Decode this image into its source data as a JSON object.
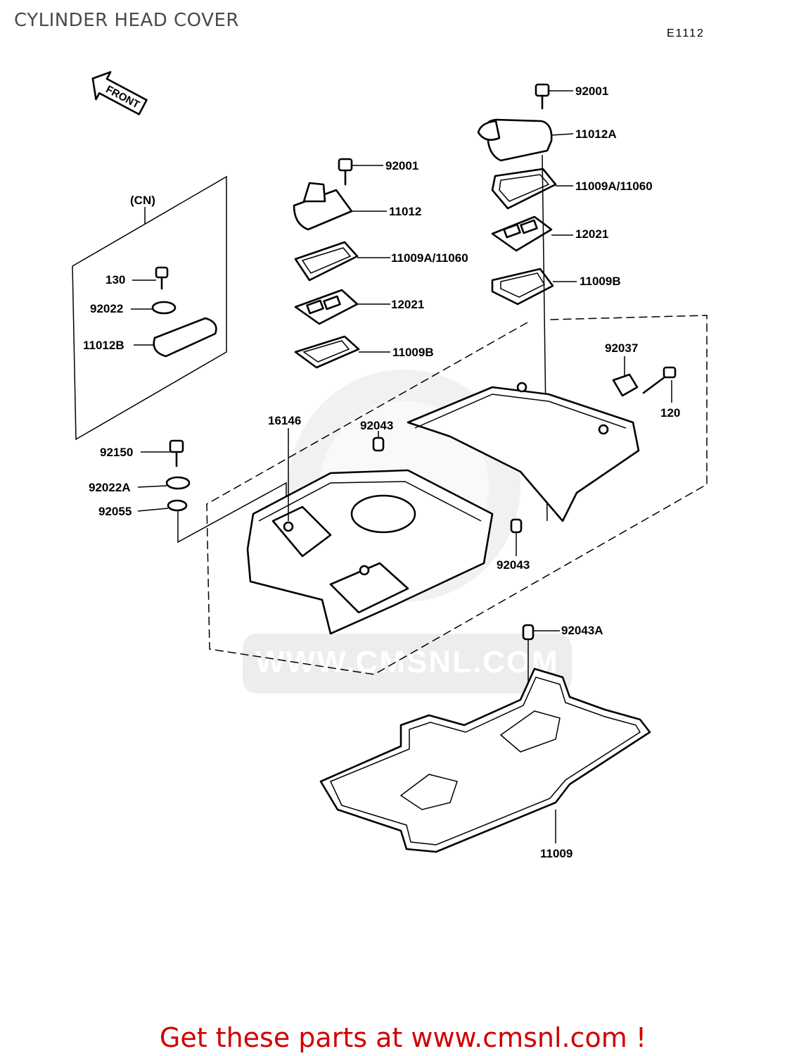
{
  "header": {
    "title": "CYLINDER HEAD COVER",
    "code": "E1112"
  },
  "front_arrow_label": "FRONT",
  "watermark": "WWW.CMSNL.COM",
  "region_label": "(CN)",
  "parts": {
    "p92001a": "92001",
    "p11012a": "11012A",
    "p11009a_r": "11009A/11060",
    "p12021_r": "12021",
    "p11009b_r": "11009B",
    "p92001b": "92001",
    "p11012": "11012",
    "p11009a_l": "11009A/11060",
    "p12021_l": "12021",
    "p11009b_l": "11009B",
    "p130": "130",
    "p92022": "92022",
    "p11012b": "11012B",
    "p92037": "92037",
    "p120": "120",
    "p16146": "16146",
    "p92043a": "92043",
    "p92150": "92150",
    "p92022a": "92022A",
    "p92055": "92055",
    "p92043b": "92043",
    "p92043A": "92043A",
    "p11009": "11009"
  },
  "colors": {
    "footer": "#d00000",
    "ink": "#000000",
    "title": "#4a4a4a"
  },
  "footer": {
    "text": "Get these parts at www.cmsnl.com !"
  }
}
